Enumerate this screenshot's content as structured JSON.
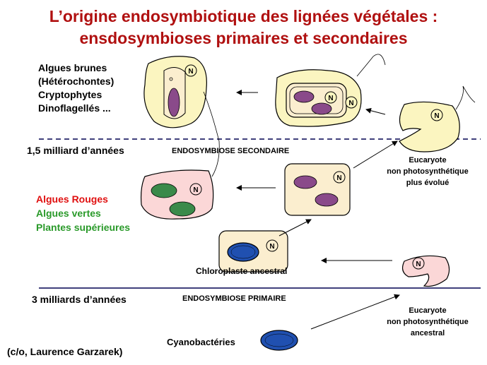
{
  "title": {
    "line1": "L’origine endosymbiotique des lignées végétales :",
    "line2": "ensdosymbioses primaires et secondaires"
  },
  "groups_secondary": [
    "Algues brunes",
    "(Hétérochontes)",
    "Cryptophytes",
    "Dinoflagellés ..."
  ],
  "groups_primary": [
    {
      "text": "Algues Rouges",
      "color": "#e01010"
    },
    {
      "text": "Algues vertes",
      "color": "#2a9a2a"
    },
    {
      "text": "Plantes supérieures",
      "color": "#2a9a2a"
    }
  ],
  "timeline": {
    "secondary_time": "1,5 milliard d’années",
    "secondary_event": "ENDOSYMBIOSE SECONDAIRE",
    "primary_time": "3 milliards d’années",
    "primary_event": "ENDOSYMBIOSE PRIMAIRE"
  },
  "labels": {
    "euk_evolved": [
      "Eucaryote",
      "non photosynthétique",
      "plus évolué"
    ],
    "euk_ancestral": [
      "Eucaryote",
      "non photosynthétique",
      "ancestral"
    ],
    "chloroplast": "Chloroplaste ancestral",
    "cyano": "Cyanobactéries",
    "credit": "(c/o, Laurence Garzarek)",
    "nucleus": "N"
  },
  "colors": {
    "title": "#b01010",
    "cell_fill": "#fbeecf",
    "yellow_cell": "#fbf5c0",
    "pink_cell": "#fbd7d7",
    "red_alga": "#8a4a8a",
    "green_alga": "#3a8a4a",
    "cyano": "#2050b0",
    "line": "#000050"
  }
}
